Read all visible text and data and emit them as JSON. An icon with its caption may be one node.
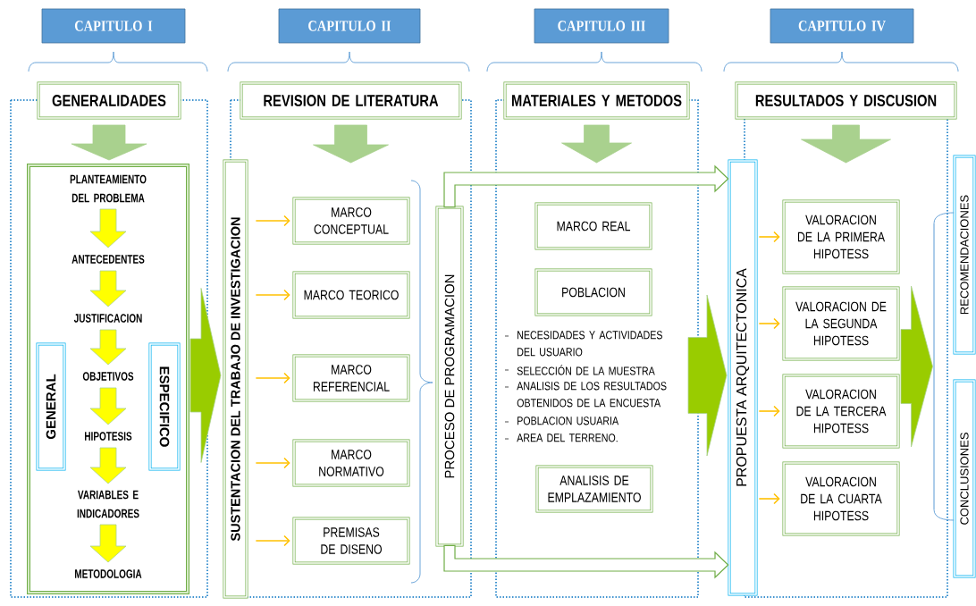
{
  "diagram": {
    "nodes": [
      {
        "text": [
          "CAPITULO I"
        ]
      },
      {
        "text": [
          "CAPITULO II"
        ]
      },
      {
        "text": [
          "CAPITULO III"
        ]
      },
      {
        "text": [
          "CAPITULO IV"
        ]
      },
      {
        "text": [
          "GENERALIDADES"
        ]
      },
      {
        "text": [],
        "shape": "box"
      },
      {
        "text": [
          "PLANTEAMIENTO DEL PROBLEMA"
        ],
        "in": 5
      },
      {
        "text": [
          "ANTECEDENTES"
        ],
        "in": 5
      },
      {
        "text": [
          "JUSTIFICACION"
        ],
        "in": 5
      },
      {
        "text": [
          "OBJETIVOS"
        ],
        "in": 5
      },
      {
        "text": [
          "HIPOTESIS"
        ],
        "in": 5
      },
      {
        "text": [
          "VARIABLES E INDICADORES"
        ],
        "in": 5
      },
      {
        "text": [
          "METODOLOGIA"
        ],
        "in": 5
      },
      {
        "text": [
          "GENERAL"
        ],
        "in": 5
      },
      {
        "text": [
          "ESPECIFICO"
        ],
        "in": 5
      },
      {
        "text": [
          "REVISION DE LITERATURA"
        ]
      },
      {
        "text": [
          "SUSTENTACION DEL TRABAJO DE INVESTIGACION"
        ]
      },
      {
        "text": [
          "MARCO CONCEPTUAL"
        ]
      },
      {
        "text": [
          "MARCO TEORICO"
        ]
      },
      {
        "text": [
          "MARCO REFERENCIAL"
        ]
      },
      {
        "text": [
          "MARCO NORMATIVO"
        ]
      },
      {
        "text": [
          "PREMISAS DE DISENO"
        ]
      },
      {
        "text": [
          "PROCESO DE PROGRAMACION"
        ]
      },
      {
        "text": [
          "MATERIALES Y METODOS"
        ]
      },
      {
        "text": [
          "MARCO REAL"
        ]
      },
      {
        "text": [
          "POBLACION"
        ]
      },
      {
        "text": [
          "ANALISIS DE EMPLAZAMIENTO"
        ]
      },
      {
        "text": [
          "PROPUESTA  ARQUITECTONICA"
        ]
      },
      {
        "text": [
          "RESULTADOS Y DISCUSION"
        ]
      },
      {
        "text": [
          "VALORACION DE LA PRIMERA HIPOTESS"
        ]
      },
      {
        "text": [
          "VALORACION DE LA SEGUNDA HIPOTESS"
        ]
      },
      {
        "text": [
          "VALORACION DE LA TERCERA HIPOTESS"
        ]
      },
      {
        "text": [
          "VALORACION DE LA CUARTA HIPOTESS"
        ]
      },
      {
        "text": [
          "RECOMENDACIONES"
        ]
      },
      {
        "text": [
          "CONCLUSIONES"
        ]
      },
      {
        "text": [],
        "shape": "bar"
      }
    ],
    "edges": [
      {
        "from": 4,
        "to": 5,
        "arrow": "to",
        "style": "thick",
        "color": "#a9d18e"
      },
      {
        "from": 6,
        "to": 7,
        "arrow": "to",
        "style": "thick",
        "color": "#ffff00"
      },
      {
        "from": 7,
        "to": 8,
        "arrow": "to",
        "style": "thick",
        "color": "#ffff00"
      },
      {
        "from": 8,
        "to": 9,
        "arrow": "to",
        "style": "thick",
        "color": "#ffff00"
      },
      {
        "from": 9,
        "to": 10,
        "arrow": "to",
        "style": "thick",
        "color": "#ffff00"
      },
      {
        "from": 10,
        "to": 11,
        "arrow": "to",
        "style": "thick",
        "color": "#ffff00"
      },
      {
        "from": 11,
        "to": 12,
        "arrow": "to",
        "style": "thick",
        "color": "#ffff00"
      },
      {
        "from": 5,
        "to": 16,
        "arrow": "to",
        "style": "thick",
        "color": "#99cc00"
      },
      {
        "from": 15,
        "to": null,
        "arrow": "to",
        "style": "thick",
        "color": "#a9d18e"
      },
      {
        "from": 16,
        "to": 17,
        "arrow": "to"
      },
      {
        "from": 16,
        "to": 18,
        "arrow": "to"
      },
      {
        "from": 16,
        "to": 19,
        "arrow": "to"
      },
      {
        "from": 16,
        "to": 20,
        "arrow": "to"
      },
      {
        "from": 16,
        "to": 21,
        "arrow": "to"
      },
      {
        "from": 22,
        "to": 27,
        "arrow": "to",
        "style": "thick",
        "color": "#70ad47"
      },
      {
        "from": 22,
        "to": 27,
        "arrow": "to",
        "style": "thick",
        "color": "#70ad47"
      },
      {
        "from": 23,
        "to": null,
        "arrow": "to",
        "style": "thick",
        "color": "#a9d18e"
      },
      {
        "from": null,
        "to": 27,
        "arrow": "to",
        "style": "thick",
        "color": "#99cc00"
      },
      {
        "from": 28,
        "to": null,
        "arrow": "to",
        "style": "thick",
        "color": "#a9d18e"
      },
      {
        "from": 27,
        "to": 29,
        "arrow": "to"
      },
      {
        "from": 27,
        "to": 30,
        "arrow": "to"
      },
      {
        "from": 27,
        "to": 31,
        "arrow": "to"
      },
      {
        "from": 27,
        "to": 32,
        "arrow": "to"
      },
      {
        "from": null,
        "to": 35,
        "arrow": "to",
        "style": "thick",
        "color": "#99cc00"
      },
      {
        "from": 35,
        "to": 33,
        "arrow": "none",
        "color": "#5b9bd5"
      },
      {
        "from": 35,
        "to": 34,
        "arrow": "none",
        "color": "#5b9bd5"
      }
    ],
    "labels": [
      "NECESIDADES Y ACTIVIDADES DEL USUARIO",
      "SELECCIÓN DE LA MUESTRA",
      "ANALISIS DE LOS RESULTADOS OBTENIDOS DE LA ENCUESTA",
      "POBLACION USUARIA",
      "AREA DEL TERRENO."
    ]
  }
}
